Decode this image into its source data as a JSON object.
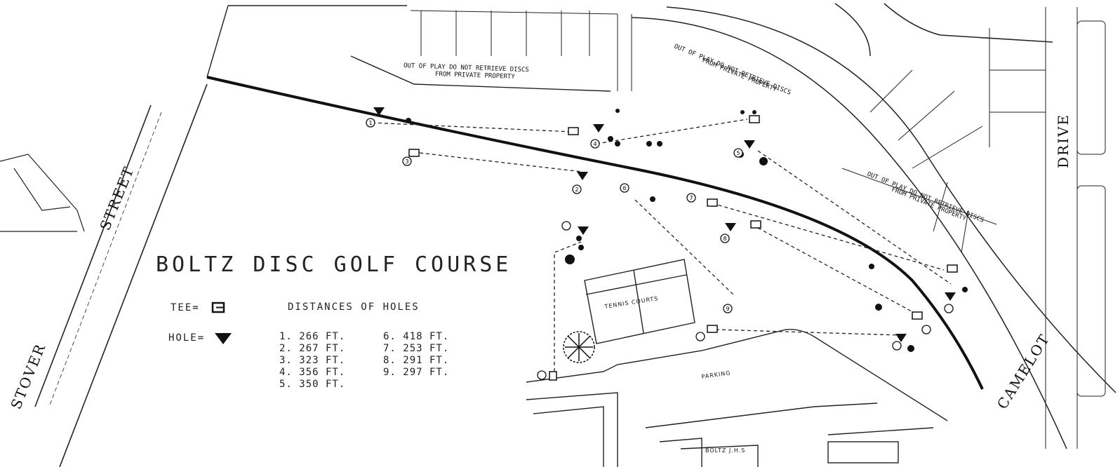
{
  "map": {
    "title": "BOLTZ DISC GOLF COURSE",
    "streets": {
      "left": "STREET",
      "left_name": "STOVER",
      "right_top": "DRIVE",
      "right_bottom": "CAMELOT"
    },
    "labels": {
      "tennis": "TENNIS COURTS",
      "parking": "PARKING",
      "school": "BOLTZ J.H.S",
      "out_of_play_1": "OUT OF PLAY  DO NOT RETRIEVE DISCS",
      "out_of_play_1b": "FROM PRIVATE PROPERTY",
      "out_of_play_2": "OUT OF PLAY  DO NOT RETRIEVE DISCS",
      "out_of_play_2b": "FROM PRIVATE PROPERTY",
      "out_of_play_3": "OUT OF PLAY  DO NOT RETRIEVE DISCS",
      "out_of_play_3b": "FROM PRIVATE PROPERTY"
    },
    "legend": {
      "tee_label": "TEE=",
      "hole_label": "HOLE="
    },
    "distances_heading": "DISTANCES OF HOLES",
    "distances_col1": [
      "1. 266 FT.",
      "2. 267 FT.",
      "3. 323 FT.",
      "4. 356 FT.",
      "5. 350 FT."
    ],
    "distances_col2": [
      "6. 418 FT.",
      "7. 253 FT.",
      "8. 291 FT.",
      "9. 297 FT."
    ],
    "hole_numbers": [
      "1",
      "2",
      "3",
      "4",
      "5",
      "6",
      "7",
      "8",
      "9"
    ]
  }
}
